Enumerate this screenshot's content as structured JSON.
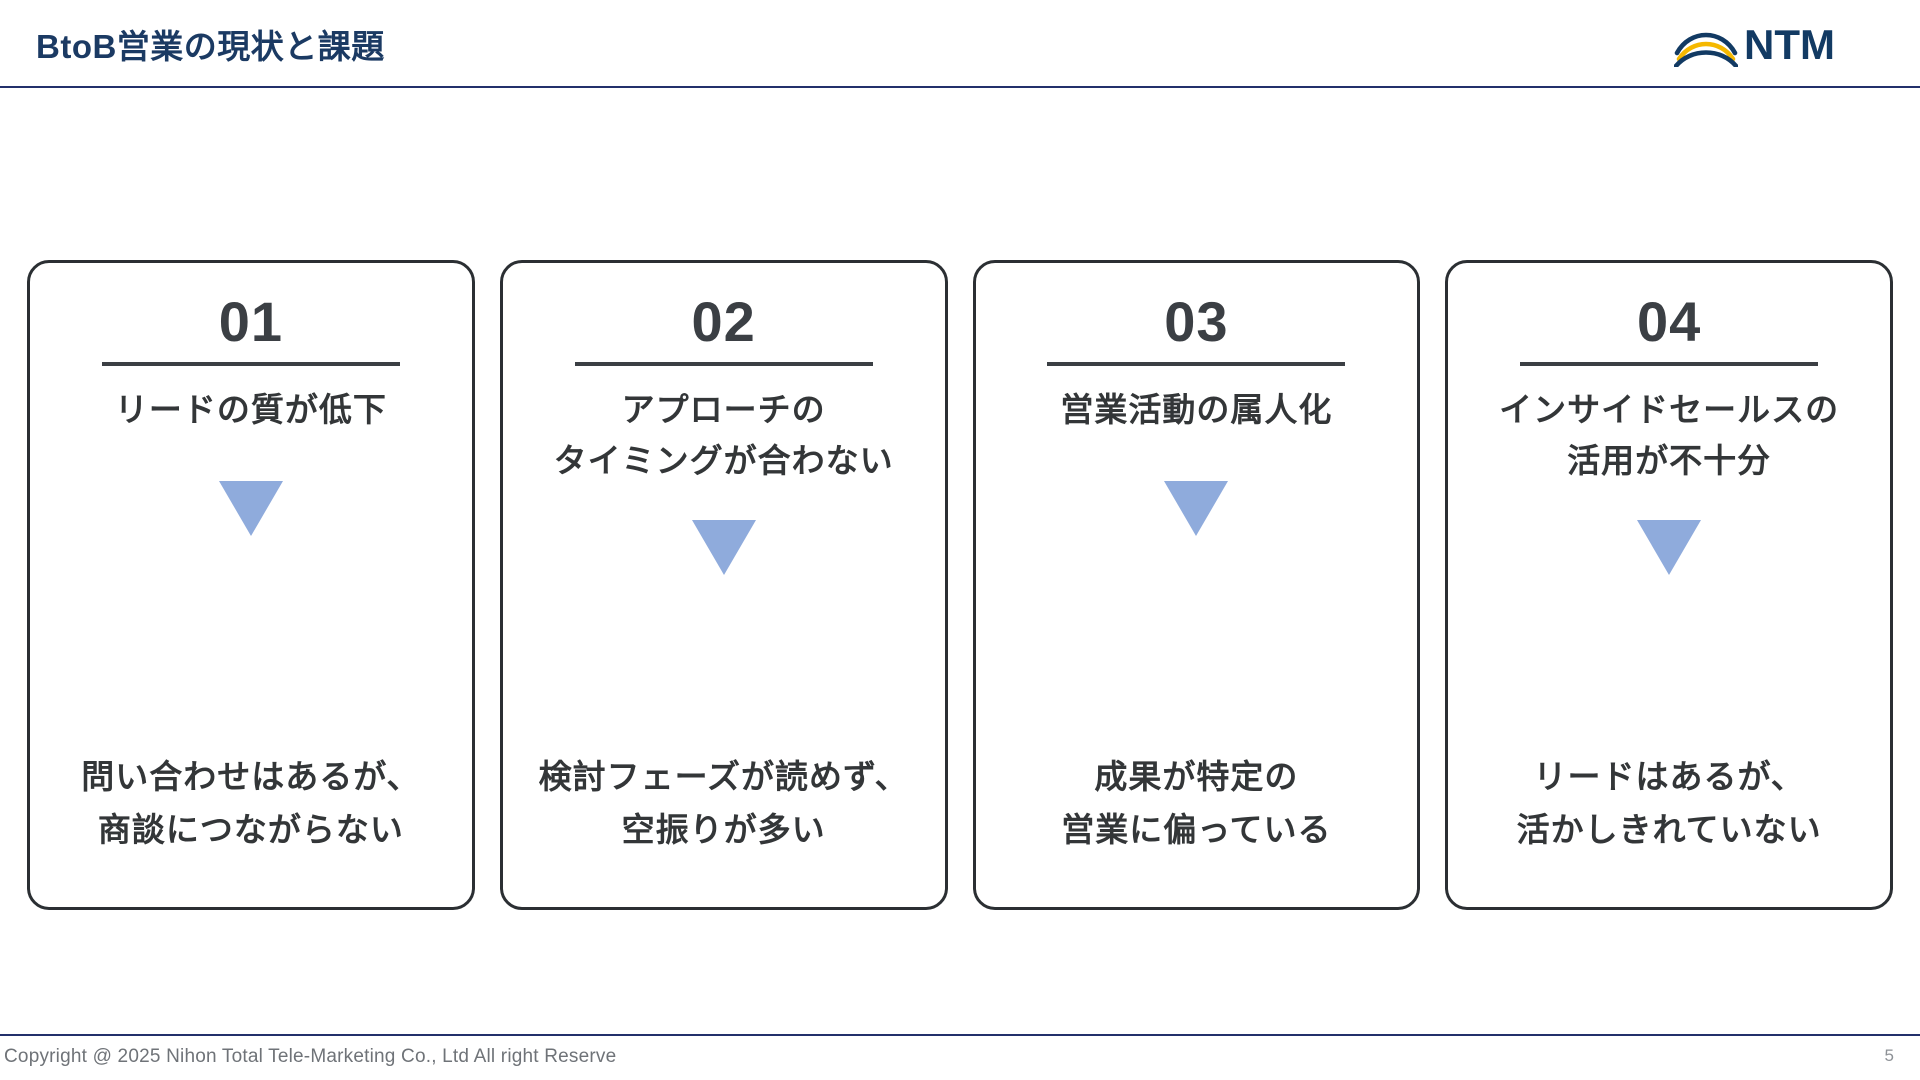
{
  "header": {
    "title": "BtoB営業の現状と課題",
    "logo": {
      "wordmark": "NTM",
      "mark_icon": "ntm-arcs-icon",
      "arc_color_top": "#123a63",
      "arc_color_middle": "#f5b800",
      "arc_color_bottom": "#123a63",
      "wordmark_color": "#123a63"
    },
    "rule_color": "#23306b",
    "title_color": "#1b3a63"
  },
  "cards": [
    {
      "number": "01",
      "issue": "リードの質が低下",
      "arrow_icon": "triangle-down-icon",
      "result": "問い合わせはあるが、\n商談につながらない"
    },
    {
      "number": "02",
      "issue": "アプローチの\nタイミングが合わない",
      "arrow_icon": "triangle-down-icon",
      "result": "検討フェーズが読めず、\n空振りが多い"
    },
    {
      "number": "03",
      "issue": "営業活動の属人化",
      "arrow_icon": "triangle-down-icon",
      "result": "成果が特定の\n営業に偏っている"
    },
    {
      "number": "04",
      "issue": "インサイドセールスの\n活用が不十分",
      "arrow_icon": "triangle-down-icon",
      "result": "リードはあるが、\n活かしきれていない"
    }
  ],
  "theme": {
    "card_border_color": "#2b2f33",
    "card_text_color": "#333638",
    "arrow_color": "#8fabdc",
    "background": "#ffffff"
  },
  "footer": {
    "copyright": "Copyright @ 2025  Nihon Total Tele-Marketing  Co., Ltd  All  right Reserve",
    "page_number": "5",
    "rule_color": "#23306b"
  }
}
